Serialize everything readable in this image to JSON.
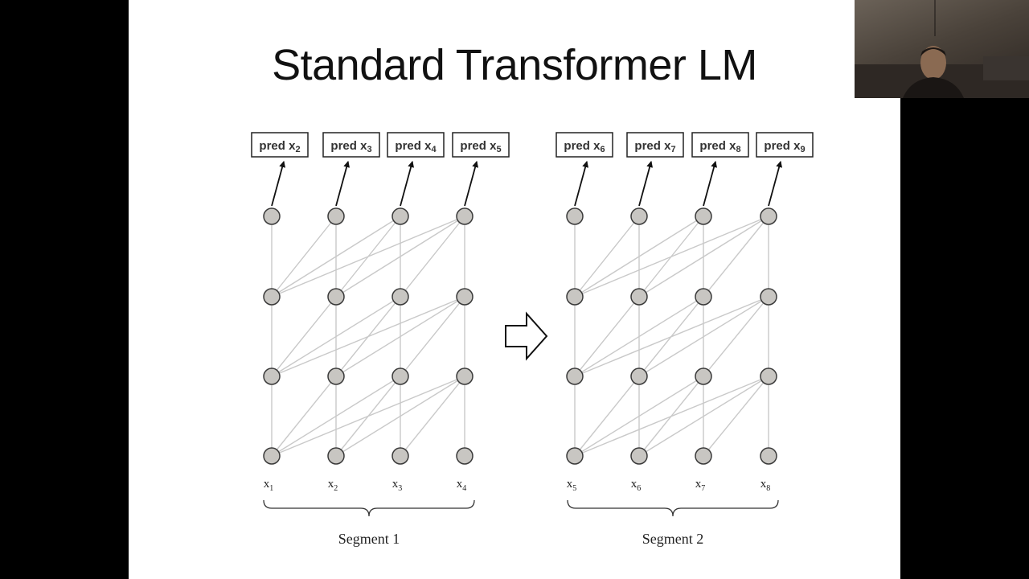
{
  "slide": {
    "title": "Standard Transformer LM"
  },
  "segments": [
    {
      "label": "Segment 1",
      "inputs": [
        {
          "base": "x",
          "sub": "1"
        },
        {
          "base": "x",
          "sub": "2"
        },
        {
          "base": "x",
          "sub": "3"
        },
        {
          "base": "x",
          "sub": "4"
        }
      ],
      "preds": [
        {
          "base": "pred x",
          "sub": "2"
        },
        {
          "base": "pred x",
          "sub": "3"
        },
        {
          "base": "pred x",
          "sub": "4"
        },
        {
          "base": "pred x",
          "sub": "5"
        }
      ]
    },
    {
      "label": "Segment 2",
      "inputs": [
        {
          "base": "x",
          "sub": "5"
        },
        {
          "base": "x",
          "sub": "6"
        },
        {
          "base": "x",
          "sub": "7"
        },
        {
          "base": "x",
          "sub": "8"
        }
      ],
      "preds": [
        {
          "base": "pred x",
          "sub": "6"
        },
        {
          "base": "pred x",
          "sub": "7"
        },
        {
          "base": "pred x",
          "sub": "8"
        },
        {
          "base": "pred x",
          "sub": "9"
        }
      ]
    }
  ],
  "colors": {
    "node_fill": "#c8c6c2",
    "node_stroke": "#3a3a3a",
    "edge": "#c9c9c9",
    "arrow": "#111111"
  }
}
